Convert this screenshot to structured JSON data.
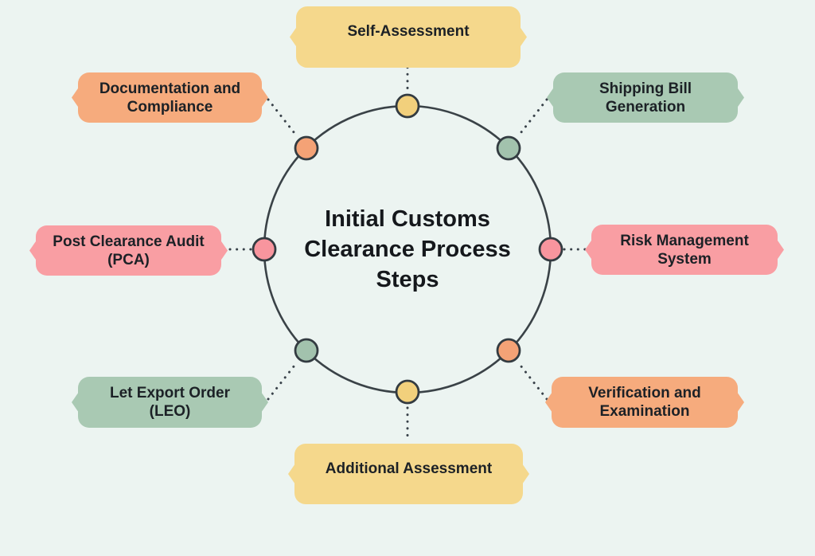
{
  "background_color": "#ECF4F1",
  "stroke_color": "#39424A",
  "text_color": "#1C2126",
  "center_title": {
    "full_text": "Initial Customs Clearance Process Steps",
    "line1": "Initial Customs",
    "line2": "Clearance Process",
    "line3": "Steps"
  },
  "nodes": [
    {
      "id": "self-assessment",
      "label": "Self-Assessment",
      "line1": "Self-Assessment",
      "line2": "",
      "color": "#F5D88C",
      "dot_color": "#F2D07C",
      "position": "top"
    },
    {
      "id": "documentation-and-compliance",
      "label": "Documentation and Compliance",
      "line1": "Documentation and",
      "line2": "Compliance",
      "color": "#F6AB7D",
      "dot_color": "#F4A276",
      "position": "top-left"
    },
    {
      "id": "shipping-bill-generation",
      "label": "Shipping Bill Generation",
      "line1": "Shipping Bill",
      "line2": "Generation",
      "color": "#A9C9B3",
      "dot_color": "#A2C2AD",
      "position": "top-right"
    },
    {
      "id": "post-clearance-audit-pca",
      "label": "Post Clearance Audit (PCA)",
      "line1": "Post Clearance Audit",
      "line2": "(PCA)",
      "color": "#F99EA3",
      "dot_color": "#F8959E",
      "position": "left"
    },
    {
      "id": "risk-management-system",
      "label": "Risk Management System",
      "line1": "Risk Management",
      "line2": "System",
      "color": "#F99EA3",
      "dot_color": "#F8959E",
      "position": "right"
    },
    {
      "id": "let-export-order-leo",
      "label": "Let Export Order (LEO)",
      "line1": "Let Export Order",
      "line2": "(LEO)",
      "color": "#A9C9B3",
      "dot_color": "#A2C2AD",
      "position": "bottom-left"
    },
    {
      "id": "verification-and-examination",
      "label": "Verification and Examination",
      "line1": "Verification and",
      "line2": "Examination",
      "color": "#F6AB7D",
      "dot_color": "#F4A276",
      "position": "bottom-right"
    },
    {
      "id": "additional-assessment",
      "label": "Additional Assessment",
      "line1": "Additional Assessment",
      "line2": "",
      "color": "#F5D88C",
      "dot_color": "#F2D07C",
      "position": "bottom"
    }
  ]
}
